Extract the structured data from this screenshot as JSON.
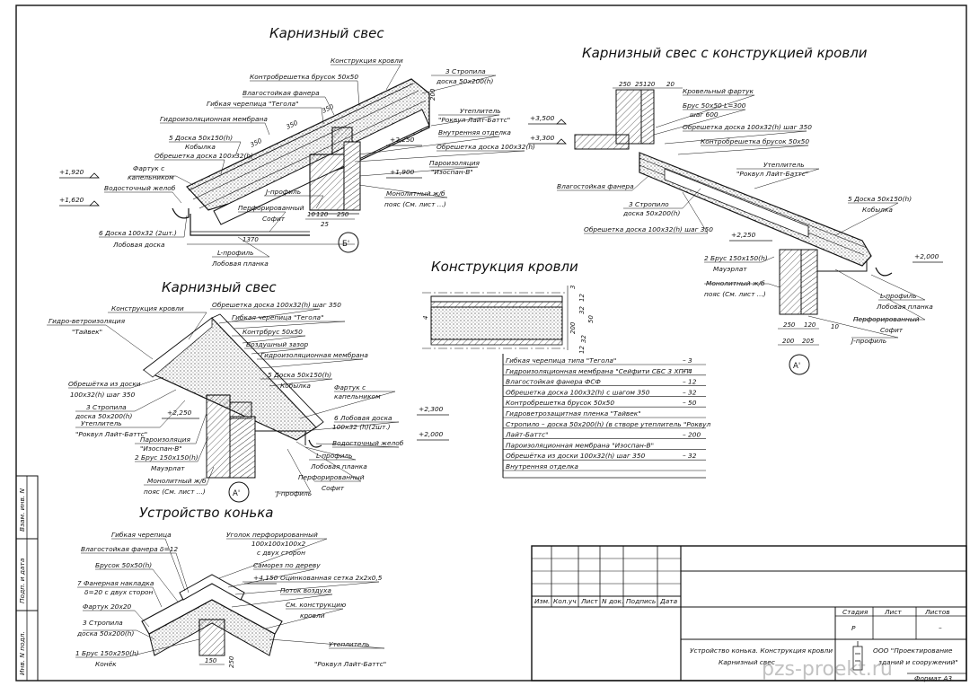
{
  "titles": {
    "eave1": "Карнизный свес",
    "eave_roof": "Карнизный свес с конструкцией кровли",
    "roof_structure": "Конструкция кровли",
    "eave2": "Карнизный свес",
    "ridge": "Устройство конька"
  },
  "eave1_labels": [
    "Конструкция кровли",
    "Контробрешетка брусок 50х50",
    "Влагостойкая фанера",
    "Гибкая черепица \"Тегола\"",
    "Гидроизоляционная мембрана",
    "5 Доска 50х150(h)",
    "Кобылка",
    "Обрешетка доска 100х32(h)",
    "Фартук с",
    "капельником",
    "Водосточный желоб",
    "J-профиль",
    "Перфорированный",
    "Софит",
    "6 Доска 100х32 (2шт.)",
    "Лобовая доска",
    "L-профиль",
    "Лобовая планка",
    "3 Стропила",
    "доска 50х200(h)",
    "Утеплитель",
    "\"Роквул Лайт-Баттс\"",
    "Внутренняя отделка",
    "Обрешетка доска 100х32(h)",
    "Пароизоляция",
    "\"Изоспан-В\"",
    "Монолитный ж/б",
    "пояс (См. лист ...)"
  ],
  "eave1_levels": [
    "+1,920",
    "+1,620",
    "+2,250",
    "+1,900"
  ],
  "eave1_dims": [
    "350",
    "350",
    "350",
    "200",
    "1370",
    "10",
    "120",
    "250",
    "25"
  ],
  "eave1_mark": "Б'",
  "eave_roof_labels": [
    "Кровельный фартук",
    "Брус 50х50 L=300",
    "шаг 600",
    "Обрешетка доска 100х32(h) шаг 350",
    "Контробрешетка брусок 50х50",
    "Утеплитель",
    "\"Роквул Лайт-Баттс\"",
    "Влагостойкая фанера",
    "3 Стропило",
    "доска 50х200(h)",
    "Обрешетка доска 100х32(h) шаг 350",
    "5 Доска 50х150(h)",
    "Кобылка",
    "2 Брус 150х150(h)",
    "Мауэрлат",
    "Монолитный ж/б",
    "пояс (См. лист ...)",
    "L-профиль",
    "Лобовая планка",
    "Перфорированный",
    "Софит",
    "J-профиль"
  ],
  "eave_roof_levels": [
    "+3,500",
    "+3,300",
    "+2,250",
    "+2,000"
  ],
  "eave_roof_dims": [
    "250",
    "25",
    "120",
    "20",
    "250",
    "120",
    "200",
    "205",
    "10"
  ],
  "eave_roof_mark": "А'",
  "roof_structure_dims": [
    "3",
    "12",
    "32",
    "50",
    "200",
    "32",
    "12",
    "4"
  ],
  "layers_table": [
    {
      "name": "Гибкая черепица типа \"Тегола\"",
      "value": "– 3"
    },
    {
      "name": "Гидроизоляционная мембрана \"Сейфити СБС 3 ХПП\"",
      "value": "– 4"
    },
    {
      "name": "Влагостойкая фанера ФСФ",
      "value": "– 12"
    },
    {
      "name": "Обрешетка доска 100х32(h) с шагом 350",
      "value": "– 32"
    },
    {
      "name": "Контробрешетка брусок 50х50",
      "value": "– 50"
    },
    {
      "name": "Гидроветрозащитная пленка \"Тайвек\"",
      "value": ""
    },
    {
      "name": "Стропило – доска 50х200(h) (в створе утеплитель \"Роквул",
      "value": ""
    },
    {
      "name": "Лайт-Баттс\"",
      "value": "– 200"
    },
    {
      "name": "Пароизоляционная мембрана \"Изоспан-В\"",
      "value": ""
    },
    {
      "name": "Обрешётка из доски 100х32(h) шаг 350",
      "value": "– 32"
    },
    {
      "name": "Внутренняя отделка",
      "value": ""
    }
  ],
  "eave2_labels": [
    "Конструкция кровли",
    "Обрешетка доска 100х32(h) шаг 350",
    "Гидро-ветроизоляция",
    "\"Тайвек\"",
    "Гибкая черепица \"Тегола\"",
    "Контрбрус 50х50",
    "Воздушный зазор",
    "Гидроизоляционная мембрана",
    "5 Доска 50х150(h)",
    "Кобылка",
    "Обрешётка из доски",
    "100х32(h) шаг 350",
    "3 Стропила",
    "доска 50х200(h)",
    "Утеплитель",
    "\"Роквул Лайт-Баттс\"",
    "Фартук с",
    "капельником",
    "6 Лобовая доска",
    "100х32 (h)(2шт.)",
    "Водосточный желоб",
    "Пароизоляция",
    "\"Изоспан-В\"",
    "2 Брус 150х150(h)",
    "Мауэрлат",
    "L-профиль",
    "Лобовая планка",
    "Монолитный ж/б",
    "пояс (См. лист ...)",
    "J-профиль",
    "Перфорированный",
    "Софит"
  ],
  "eave2_levels": [
    "+2,250",
    "+2,300",
    "+2,000"
  ],
  "eave2_mark": "А'",
  "ridge_labels": [
    "Гибкая черепица",
    "Влагостойкая фанера δ=12",
    "Брусок 50х50(h)",
    "7 Фанерная накладка",
    "δ=20 с двух сторон",
    "Фартук 20х20",
    "3 Стропила",
    "доска 50х200(h)",
    "1 Брус 150х250(h)",
    "Конёк",
    "Уголок перфорированный",
    "100х100х100х2",
    "с двух сторон",
    "Саморез по дереву",
    "Оцинкованная сетка 2х2х0,5",
    "Поток воздуха",
    "См. конструкцию",
    "кровли",
    "Утеплитель",
    "\"Роквул Лайт-Баттс\""
  ],
  "ridge_level": "+4,150",
  "ridge_dims": [
    "150",
    "250"
  ],
  "side_stamps": [
    "Взам. инв. N",
    "Подп. и дата",
    "Инв. N подл."
  ],
  "title_block": {
    "columns": [
      "Изм.",
      "Кол.уч",
      "Лист",
      "N док.",
      "Подпись",
      "Дата"
    ],
    "stage_header": "Стадия",
    "sheet_header": "Лист",
    "sheets_header": "Листов",
    "stage": "Р",
    "sheet_value": "",
    "sheets_value": "–",
    "drawing_title_1": "Устройство конька. Конструкция кровли",
    "drawing_title_2": "Карнизный свес",
    "org_1": "ООО \"Проектирование",
    "org_2": "зданий и сооружений\"",
    "format": "Формат А3"
  },
  "watermark": "pzs-proekt.ru",
  "colors": {
    "line": "#111111",
    "hatch": "#444444",
    "insulation": "#d8d8d8"
  }
}
